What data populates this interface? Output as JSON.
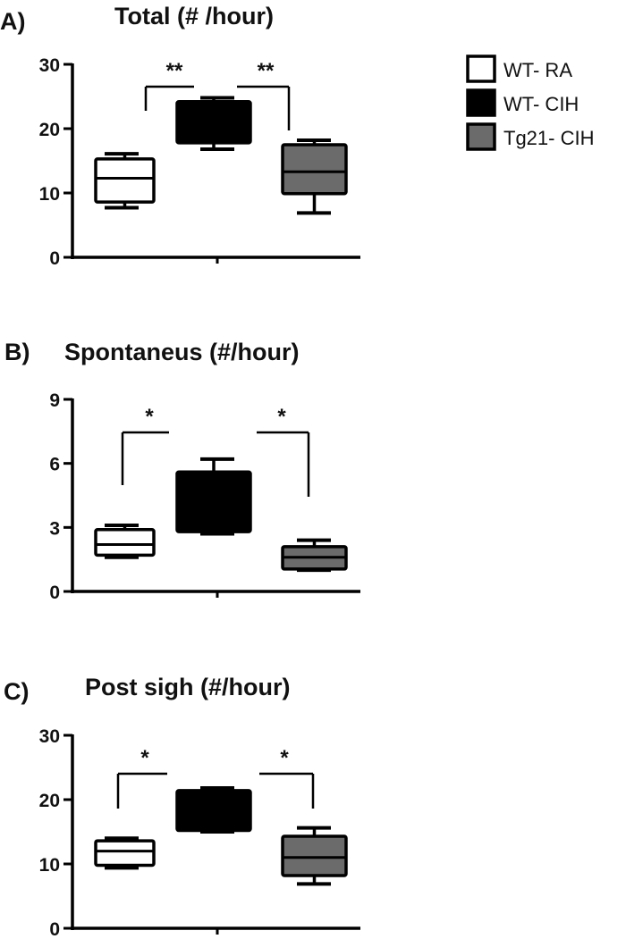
{
  "legend": [
    {
      "name": "WT- RA",
      "color": "#ffffff"
    },
    {
      "name": "WT- CIH",
      "color": "#000000"
    },
    {
      "name": "Tg21- CIH",
      "color": "#6b6b6b"
    }
  ],
  "chart_data": [
    {
      "type": "box",
      "panel": "A)",
      "title": "Total (# /hour)",
      "ylim": [
        0,
        30
      ],
      "yticks": [
        0,
        10,
        20,
        30
      ],
      "boxes": [
        {
          "group": "WT- RA",
          "min": 7.7,
          "q1": 8.6,
          "median": 12.3,
          "q3": 15.3,
          "max": 16.1
        },
        {
          "group": "WT- CIH",
          "min": 16.8,
          "q1": 17.8,
          "median": 22.0,
          "q3": 24.2,
          "max": 24.8
        },
        {
          "group": "Tg21- CIH",
          "min": 6.9,
          "q1": 9.9,
          "median": 13.3,
          "q3": 17.5,
          "max": 18.2
        }
      ],
      "significance": [
        {
          "between": [
            "WT- RA",
            "WT- CIH"
          ],
          "label": "**"
        },
        {
          "between": [
            "WT- CIH",
            "Tg21- CIH"
          ],
          "label": "**"
        }
      ]
    },
    {
      "type": "box",
      "panel": "B)",
      "title": "Spontaneus (#/hour)",
      "ylim": [
        0,
        9
      ],
      "yticks": [
        0,
        3,
        6,
        9
      ],
      "boxes": [
        {
          "group": "WT- RA",
          "min": 1.6,
          "q1": 1.7,
          "median": 2.2,
          "q3": 2.9,
          "max": 3.1
        },
        {
          "group": "WT- CIH",
          "min": 2.7,
          "q1": 2.8,
          "median": 3.6,
          "q3": 5.6,
          "max": 6.2
        },
        {
          "group": "Tg21- CIH",
          "min": 1.0,
          "q1": 1.05,
          "median": 1.6,
          "q3": 2.1,
          "max": 2.4
        }
      ],
      "significance": [
        {
          "between": [
            "WT- RA",
            "WT- CIH"
          ],
          "label": "*"
        },
        {
          "between": [
            "WT- CIH",
            "Tg21- CIH"
          ],
          "label": "*"
        }
      ]
    },
    {
      "type": "box",
      "panel": "C)",
      "title": "Post sigh (#/hour)",
      "ylim": [
        0,
        30
      ],
      "yticks": [
        0,
        10,
        20,
        30
      ],
      "boxes": [
        {
          "group": "WT- RA",
          "min": 9.4,
          "q1": 9.8,
          "median": 12.0,
          "q3": 13.6,
          "max": 14.0
        },
        {
          "group": "WT- CIH",
          "min": 15.0,
          "q1": 15.2,
          "median": 18.5,
          "q3": 21.4,
          "max": 21.8
        },
        {
          "group": "Tg21- CIH",
          "min": 6.9,
          "q1": 8.2,
          "median": 11.0,
          "q3": 14.3,
          "max": 15.6
        }
      ],
      "significance": [
        {
          "between": [
            "WT- RA",
            "WT- CIH"
          ],
          "label": "*"
        },
        {
          "between": [
            "WT- CIH",
            "Tg21- CIH"
          ],
          "label": "*"
        }
      ]
    }
  ]
}
